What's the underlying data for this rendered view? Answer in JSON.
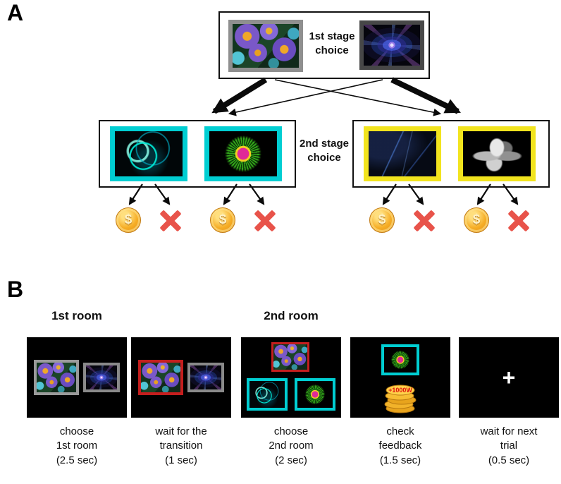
{
  "panelA": {
    "label": "A",
    "stage1_label_lines": [
      "1st stage",
      "choice"
    ],
    "stage2_label_lines": [
      "2nd stage",
      "choice"
    ],
    "coin_symbol": "$",
    "stimuli": {
      "stage1": [
        "flower-fractal",
        "blue-kaleidoscope"
      ],
      "stage2_left": [
        "teal-swirl-fractal",
        "green-starburst-fractal"
      ],
      "stage2_right": [
        "dark-blue-lines-fractal",
        "black-white-flower-fractal"
      ]
    }
  },
  "panelB": {
    "label": "B",
    "room_titles": [
      "1st room",
      "2nd room"
    ],
    "feedback_amount": "+1000W",
    "fixation_cross": "+",
    "screens": [
      {
        "caption_lines": [
          "choose",
          "1st room",
          "(2.5 sec)"
        ]
      },
      {
        "caption_lines": [
          "wait for the",
          "transition",
          "(1 sec)"
        ]
      },
      {
        "caption_lines": [
          "choose",
          "2nd room",
          "(2 sec)"
        ]
      },
      {
        "caption_lines": [
          "check",
          "feedback",
          "(1.5 sec)"
        ]
      },
      {
        "caption_lines": [
          "wait for next",
          "trial",
          "(0.5 sec)"
        ]
      }
    ]
  },
  "colors": {
    "cyan_frame": "#00ced2",
    "yellow_frame": "#f2e41e",
    "red_selection_frame": "#c41e1e",
    "gray_frame": "#9a9a9a",
    "coin_gold": "#f2a91f",
    "x_red": "#e8534a"
  }
}
